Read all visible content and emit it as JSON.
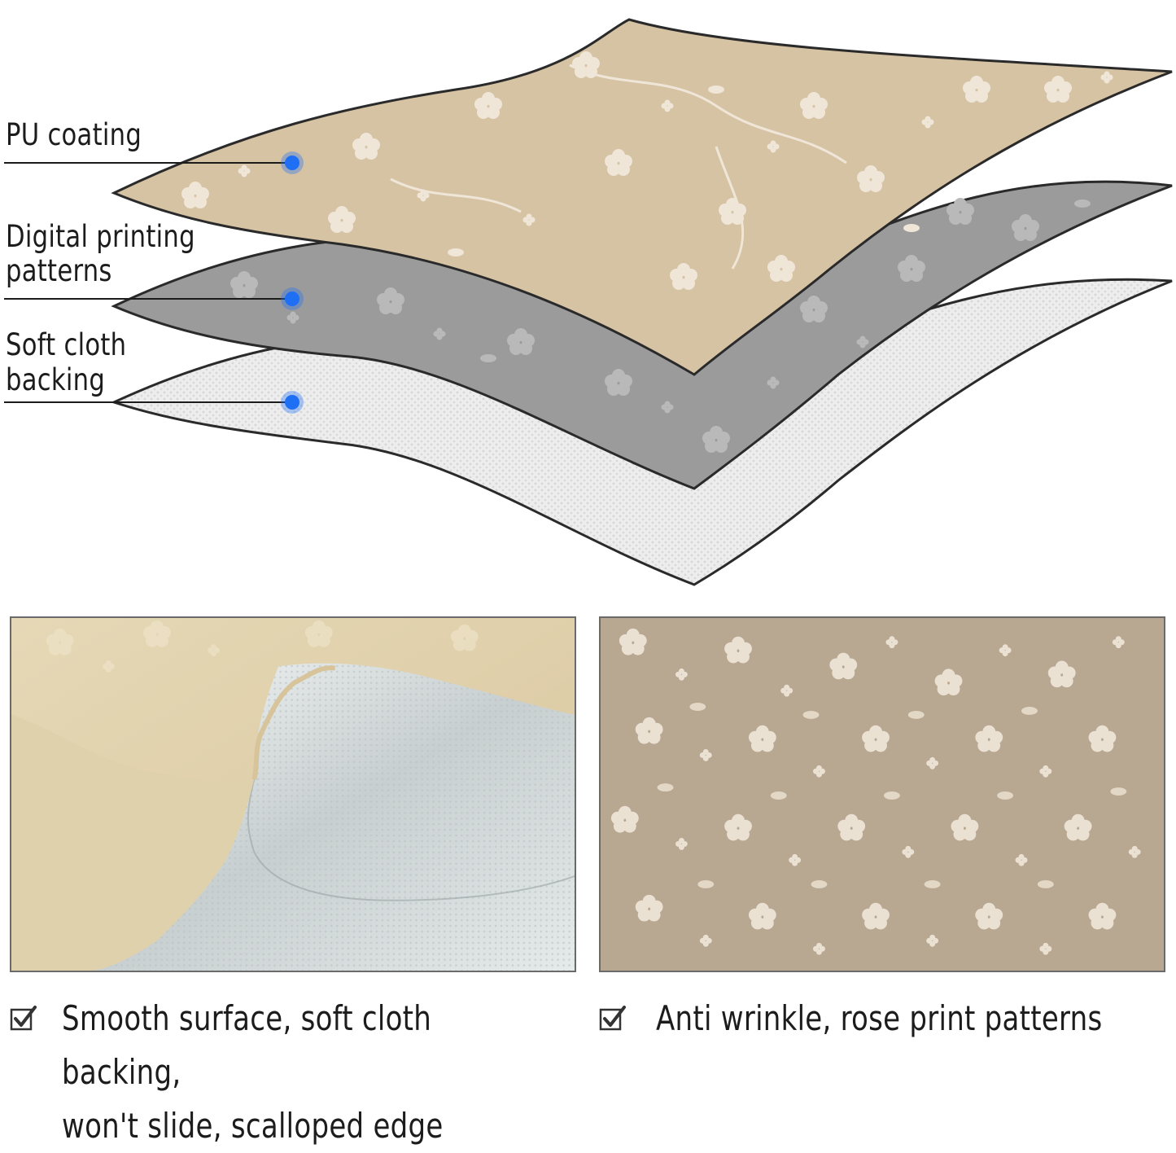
{
  "diagram": {
    "labels": {
      "pu_coating": "PU coating",
      "digital_printing_line1": "Digital printing",
      "digital_printing_line2": "patterns",
      "soft_cloth_line1": "Soft cloth",
      "soft_cloth_line2": "backing"
    },
    "colors": {
      "top_layer": "#d6c3a4",
      "middle_layer": "#9a9a9a",
      "bottom_layer": "#ececec",
      "marker": "#1f6ff5",
      "flower": "#efe6d8"
    }
  },
  "features": [
    {
      "line1": "Smooth surface, soft cloth backing,",
      "line2": "won't slide, scalloped edge"
    },
    {
      "line1": "Anti wrinkle, rose print patterns",
      "line2": ""
    }
  ],
  "icons": {
    "check": "checkbox-checked-icon",
    "marker": "blue-dot-icon"
  }
}
